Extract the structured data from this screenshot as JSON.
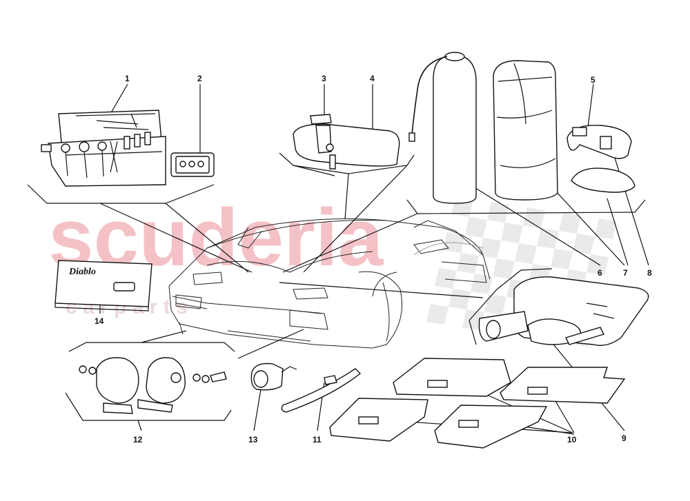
{
  "watermark": {
    "brand": "scuderia",
    "subline": "c a r   p a r t s",
    "color": "#f3b8bd",
    "checker_color": "#d9d9d9"
  },
  "booklet": {
    "title": "Diablo"
  },
  "callouts": [
    "1",
    "2",
    "3",
    "4",
    "5",
    "6",
    "7",
    "8",
    "9",
    "10",
    "11",
    "12",
    "13",
    "14"
  ],
  "colors": {
    "line": "#111111",
    "part_fill": "#ffffff"
  }
}
